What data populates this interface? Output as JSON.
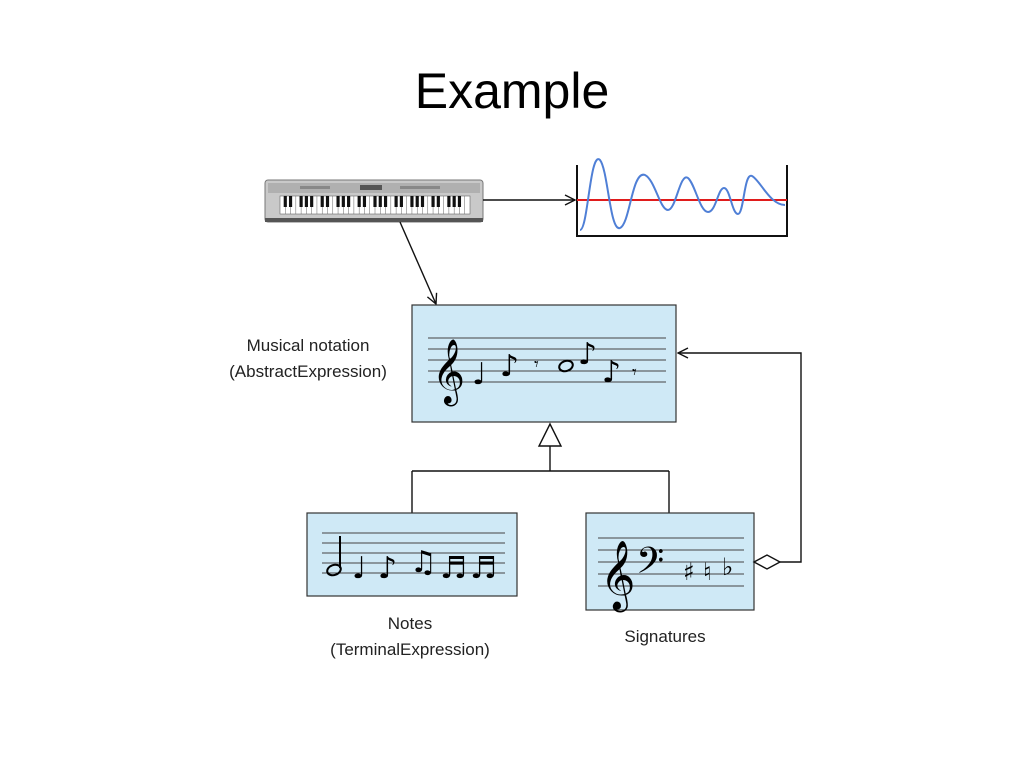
{
  "slide": {
    "title": "Example"
  },
  "diagram": {
    "abstract_label": [
      "Musical notation",
      "(AbstractExpression)"
    ],
    "terminal_label": [
      "Notes",
      "(TerminalExpression)"
    ],
    "signatures_label": "Signatures",
    "box_fill": "#cfe9f6",
    "waveform_color": "#4f7fd6",
    "baseline_color": "#e01c1c",
    "icons": [
      "keyboard-icon",
      "waveform-icon",
      "treble-clef-icon",
      "bass-clef-icon",
      "sharp-icon",
      "natural-icon",
      "flat-icon"
    ]
  }
}
